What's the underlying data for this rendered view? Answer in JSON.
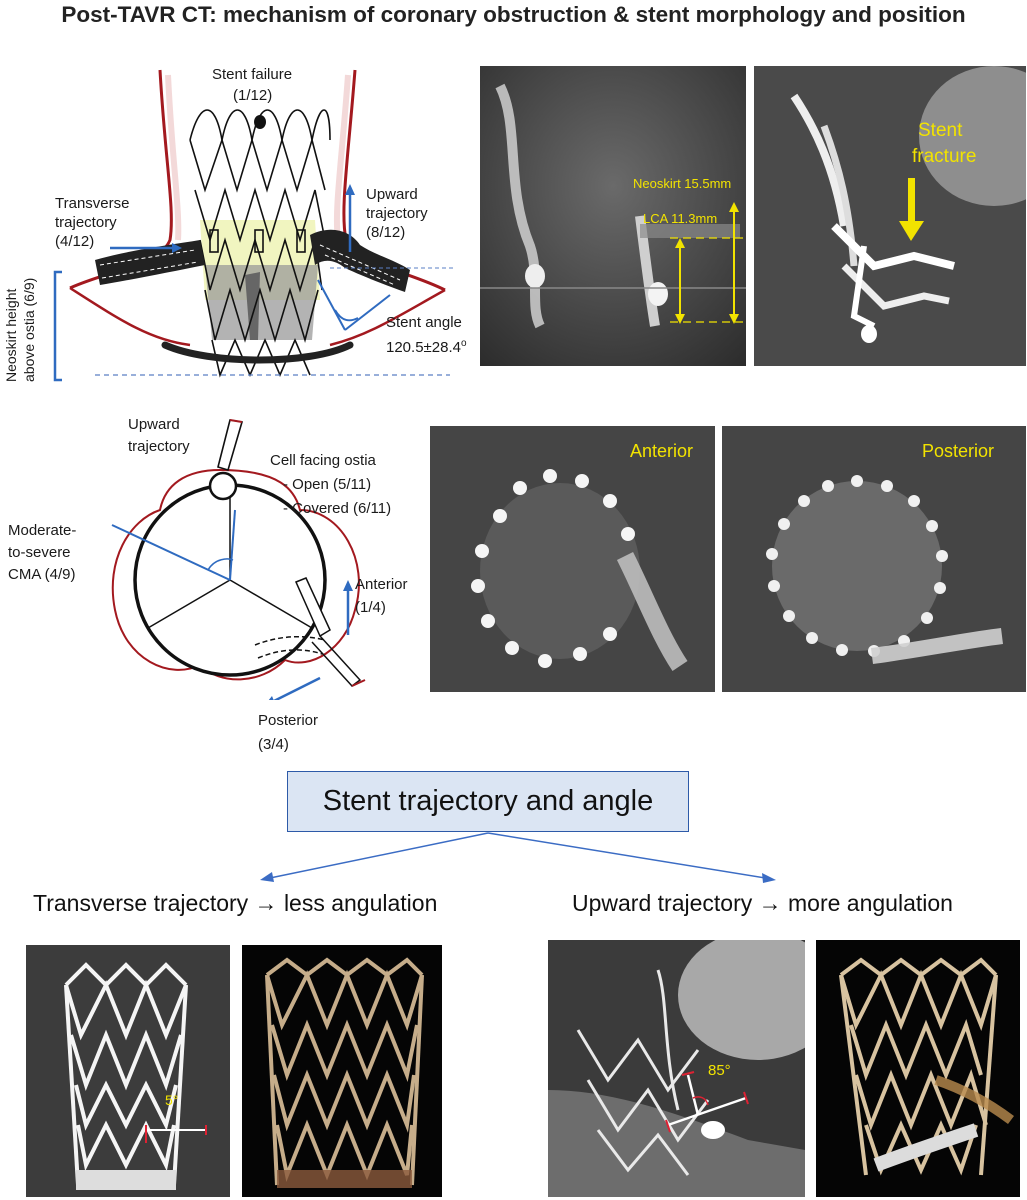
{
  "title": "Post-TAVR CT: mechanism of coronary obstruction & stent morphology and position",
  "top_diagram": {
    "stent_failure": "Stent failure",
    "stent_failure_count": "(1/12)",
    "transverse_1": "Transverse",
    "transverse_2": "trajectory",
    "transverse_count": "(4/12)",
    "upward_1": "Upward",
    "upward_2": "trajectory",
    "upward_count": "(8/12)",
    "stent_angle": "Stent angle",
    "stent_angle_value": "120.5±28.4",
    "stent_angle_sup": "o",
    "neoskirt_1": "Neoskirt height",
    "neoskirt_2": "above ostia (6/9)"
  },
  "ct_top_left": {
    "neoskirt": "Neoskirt 15.5mm",
    "lca": "LCA 11.3mm"
  },
  "ct_top_right": {
    "label_1": "Stent",
    "label_2": "fracture"
  },
  "mid_diagram": {
    "upward_1": "Upward",
    "upward_2": "trajectory",
    "cell_facing": "Cell facing ostia",
    "open": "- Open (5/11)",
    "covered": "- Covered (6/11)",
    "cma_1": "Moderate-",
    "cma_2": "to-severe",
    "cma_3": "CMA (4/9)",
    "anterior": "Anterior",
    "anterior_count": "(1/4)",
    "posterior": "Posterior",
    "posterior_count": "(3/4)"
  },
  "ct_mid": {
    "anterior": "Anterior",
    "posterior": "Posterior"
  },
  "center_box": "Stent trajectory and angle",
  "captions": {
    "left_a": "Transverse trajectory",
    "left_b": "less angulation",
    "right_a": "Upward trajectory",
    "right_b": "more angulation",
    "arrow_glyph": "→"
  },
  "bottom_images": {
    "angle_left": "5°",
    "angle_right": "85°"
  },
  "colors": {
    "blue": "#2f6bc0",
    "red": "#a3191f",
    "yellow": "#f2e300",
    "box_fill": "#dbe5f3",
    "box_border": "#2d5aa8"
  }
}
